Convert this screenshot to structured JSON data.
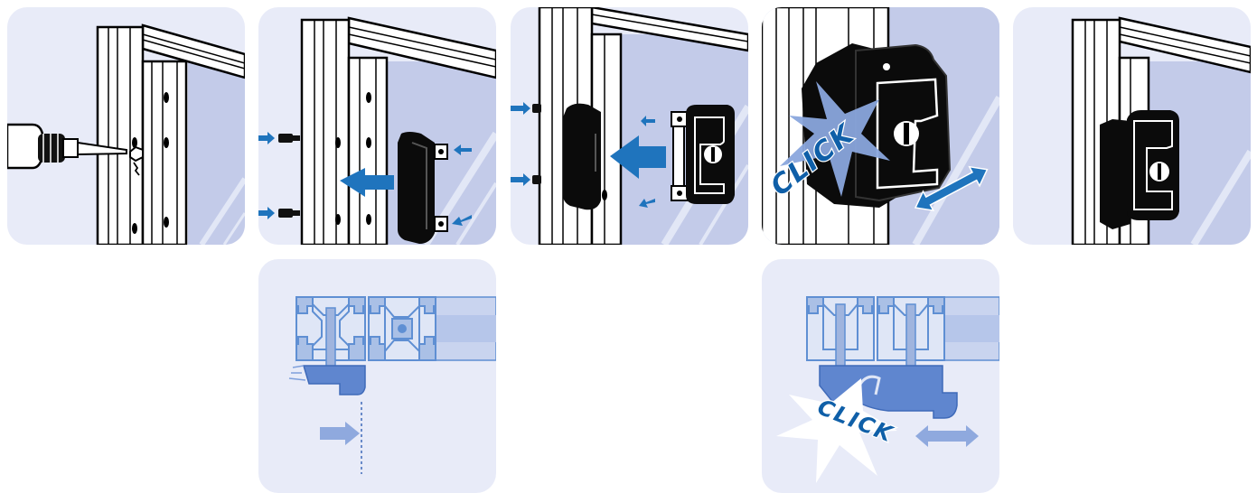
{
  "title": "",
  "steps": [
    {
      "id": 1
    },
    {
      "id": 2
    },
    {
      "id": 3
    },
    {
      "id": 4,
      "label": "CLICK"
    },
    {
      "id": 5
    }
  ],
  "details": [
    {
      "id": "a"
    },
    {
      "id": "b",
      "label": "CLICK"
    }
  ],
  "colors": {
    "panel_bg": "#e8ebf8",
    "glass": "#c3cbe9",
    "arrow": "#1f74bd",
    "profile": "#aac0e6",
    "profile_stroke": "#5f8fd3",
    "latch_dark": "#0b0b0b",
    "click_text": "#0f5fa8"
  },
  "icons": [
    "screwdriver-icon",
    "screw-icon",
    "push-arrow-icon",
    "lock-cylinder-icon",
    "double-arrow-icon",
    "click-burst-icon"
  ]
}
